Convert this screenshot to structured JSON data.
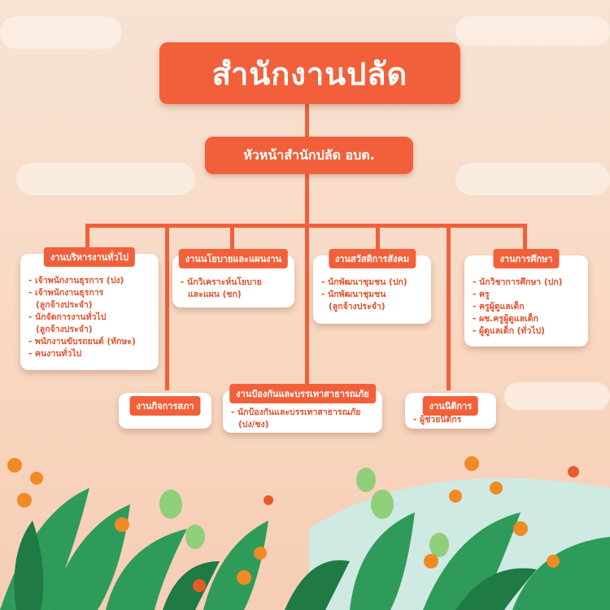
{
  "title": "สำนักงานปลัด",
  "head": "หัวหน้าสำนักปลัด อบต.",
  "sections": [
    {
      "title": "งานบริหารงานทั่วไป",
      "items": [
        "- เจ้าพนักงานธุรการ (ปง)",
        "- เจ้าพนักงานธุรการ",
        "(ลูกจ้างประจำ)",
        "- นักจัดการงานทั่วไป",
        "(ลูกจ้างประจำ)",
        "- พนักงานขับรถยนต์ (ทักษะ)",
        "- คนงานทั่วไป"
      ]
    },
    {
      "title": "งานนโยบายและแผนงาน",
      "items": [
        "- นักวิเคราะห์นโยบาย",
        "และแผน (ชก)"
      ]
    },
    {
      "title": "งานสวัสดิการสังคม",
      "items": [
        "- นักพัฒนาชุมชน (ปก)",
        "- นักพัฒนาชุมชน",
        "(ลูกจ้างประจำ)"
      ]
    },
    {
      "title": "งานการศึกษา",
      "items": [
        "- นักวิชาการศึกษา (ปก)",
        "- ครู",
        "- ครูผู้ดูแลเด็ก",
        "- ผช.ครูผู้ดูแลเด็ก",
        "- ผู้ดูแลเด็ก (ทั่วไป)"
      ]
    },
    {
      "title": "งานกิจการสภา",
      "items": []
    },
    {
      "title": "งานป้องกันและบรรเทาสาธารณภัย",
      "items": [
        "- นักป้องกันและบรรเทาสาธารณภัย",
        "(ปง/ชง)"
      ]
    },
    {
      "title": "งานนิติการ",
      "items": [
        "- ผู้ช่วยนิติกร"
      ]
    }
  ],
  "colors": {
    "accent": "#f1603a",
    "background": "#f8dcc8",
    "leaf": "#2f9b5a",
    "flower": "#f08a24"
  }
}
